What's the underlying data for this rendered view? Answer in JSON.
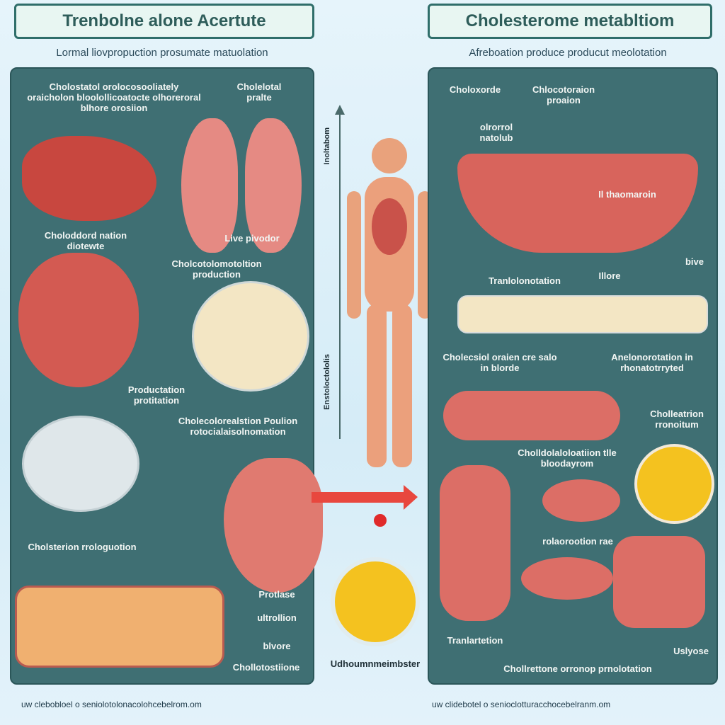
{
  "left": {
    "title": "Trenbolne alone Acertute",
    "subtitle": "Lormal liovpropuction prosumate matuolation",
    "labels": [
      "Cholostatol orolocosooliately oraicholon bloolollicoatocte olhoreroral blhore orosiion",
      "Cholelotal pralte",
      "Choloddord nation diotewte",
      "Live pivodor",
      "Cholcotolomotoltion production",
      "Productation protitation",
      "Cholecolorealstion Poulion rotocialaisolnomation",
      "Cholsterion rrologuotion",
      "Protlase",
      "ultrollion",
      "blvore",
      "Chollotostiione"
    ]
  },
  "center": {
    "axis_label_top": "Inoltabom",
    "axis_label_bottom": "Enstoloctololis",
    "bottom_label": "Udhoumnmeimbster"
  },
  "right": {
    "title": "Cholesterome metabltiom",
    "subtitle": "Afreboation produce producut meolotation",
    "labels": [
      "Choloxorde",
      "Chlocotoraion proaion",
      "olrorrol natolub",
      "Il thaomaroin",
      "Tranlolonotation",
      "Illore",
      "bive",
      "Cholecsiol oraien cre salo in blorde",
      "Anelonorotation in rhonatotrryted",
      "Cholleatrion rronoitum",
      "Cholldolaloloatiion tlle bloodayrom",
      "rolaorootion rae",
      "Tranlartetion",
      "Uslyose",
      "Chollrettone orronop prnolotation"
    ]
  },
  "footer": {
    "left": "uw clebobloel o seniolotolonacolohcebelrom.om",
    "right": "uw clidebotel o senioclotturacchocebelranm.om"
  },
  "colors": {
    "panel": "#3f6f73",
    "title_border": "#2f6e6a",
    "fat": "#f4c21f",
    "tissue": "#e07a6e",
    "arrow": "#f1c232",
    "red_arrow": "#e8473e"
  }
}
